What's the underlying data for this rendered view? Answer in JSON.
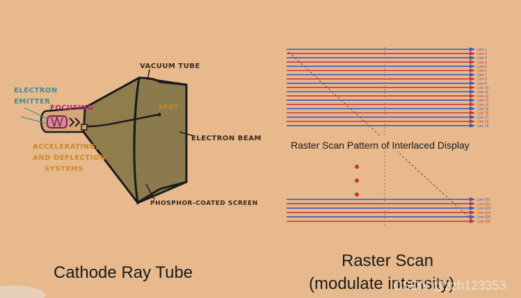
{
  "crt": {
    "labels": {
      "vacuum_tube": "VACUUM TUBE",
      "electron_emitter_1": "ELECTRON",
      "electron_emitter_2": "EMITTER",
      "focusing": "FOCUSING",
      "spot": "SPOT",
      "electron_beam": "ELECTRON BEAM",
      "accelerating_1": "ACCELERATING,",
      "accelerating_2": "AND DEFLECTION",
      "accelerating_3": "SYSTEMS",
      "phosphor": "PHOSPHOR-COATED SCREEN"
    },
    "caption": "Cathode Ray Tube"
  },
  "raster": {
    "title": "Raster Scan Pattern of Interlaced Display",
    "top_lines": [
      "Line 1",
      "Line 2",
      "Line 3",
      "Line 4",
      "Line 5",
      "Line 6",
      "Line 7",
      "Line 8",
      "Line 9",
      "Line 10",
      "Line 11",
      "Line 12",
      "Line 13",
      "Line 14",
      "Line 15",
      "Line 16",
      "Line 17",
      "Line 18",
      "Line 19"
    ],
    "bottom_lines": [
      "Line 521",
      "Line 522",
      "Line 523",
      "Line 524",
      "Line 525",
      "Line 526"
    ],
    "caption_1": "Raster Scan",
    "caption_2": "(modulate intensity)"
  },
  "watermark": "CSDN @zzh123353",
  "colors": {
    "background": "#e7b98c",
    "tube_fill": "#8f7d4c",
    "ink": "#1b1b1b",
    "blue_line": "#3456c8",
    "red_line": "#c83434",
    "label_ink": "#3a2a1a",
    "orange_label": "#c98a2a",
    "teal_label": "#3f8f92",
    "magenta_label": "#b02a6a",
    "dot_red": "#c4362c"
  }
}
